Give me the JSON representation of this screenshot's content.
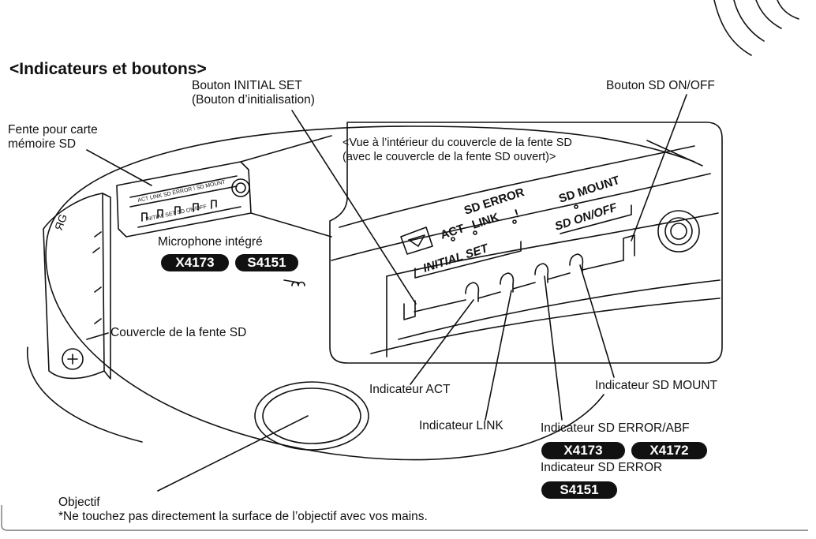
{
  "title": "<Indicateurs et boutons>",
  "labels": {
    "initial_set_line1": "Bouton INITIAL SET",
    "initial_set_line2": "(Bouton d’initialisation)",
    "sd_onoff_button": "Bouton SD ON/OFF",
    "sd_slot_line1": "Fente pour carte",
    "sd_slot_line2": "mémoire SD",
    "inner_view_line1": "<Vue à l’intérieur du couvercle de la fente SD",
    "inner_view_line2": "(avec le couvercle de la fente SD ouvert)>",
    "microphone": "Microphone intégré",
    "sd_cover": "Couvercle de la fente SD",
    "act": "Indicateur ACT",
    "link": "Indicateur LINK",
    "sd_mount": "Indicateur SD MOUNT",
    "sd_error_abf": "Indicateur SD ERROR/ABF",
    "sd_error": "Indicateur SD ERROR",
    "lens": "Objectif",
    "lens_note": "*Ne touchez pas directement la surface de l’objectif avec vos mains."
  },
  "badges": {
    "mic_1": "X4173",
    "mic_2": "S4151",
    "abf_1": "X4173",
    "abf_2": "X4172",
    "err_1": "S4151"
  },
  "panel_marks": {
    "act": "ACT",
    "link": "LINK",
    "sd_error": "SD ERROR",
    "sd_mount": "SD MOUNT",
    "sd_onoff": "SD ON/OFF",
    "initial_set": "INITIAL SET",
    "error_mark": "!"
  },
  "colors": {
    "ink": "#111111",
    "badge_bg": "#111111",
    "badge_text": "#ffffff"
  }
}
